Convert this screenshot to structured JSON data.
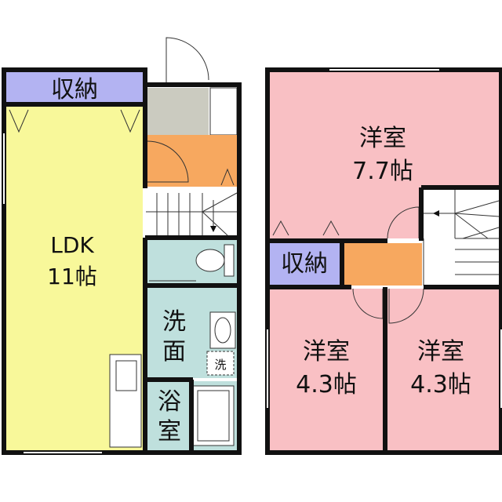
{
  "floors": [
    {
      "rooms": [
        {
          "id": "storage-1f",
          "line1": "収納",
          "line2": ""
        },
        {
          "id": "ldk",
          "line1": "LDK",
          "line2": "11帖"
        },
        {
          "id": "washroom",
          "line1": "洗",
          "line2": "面"
        },
        {
          "id": "washer",
          "line1": "洗",
          "line2": ""
        },
        {
          "id": "bathroom",
          "line1": "浴",
          "line2": "室"
        }
      ]
    },
    {
      "rooms": [
        {
          "id": "western-large",
          "line1": "洋室",
          "line2": "7.7帖"
        },
        {
          "id": "storage-2f",
          "line1": "収納",
          "line2": ""
        },
        {
          "id": "western-left",
          "line1": "洋室",
          "line2": "4.3帖"
        },
        {
          "id": "western-right",
          "line1": "洋室",
          "line2": "4.3帖"
        }
      ]
    }
  ],
  "colors": {
    "ldk": "#f8f89a",
    "storage": "#b3b3f2",
    "western": "#f9c0c4",
    "entrance_hall": "#f7a85f",
    "entrance_floor": "#cbcbc0",
    "wet_area": "#bfe0dd",
    "wall": "#111111"
  }
}
